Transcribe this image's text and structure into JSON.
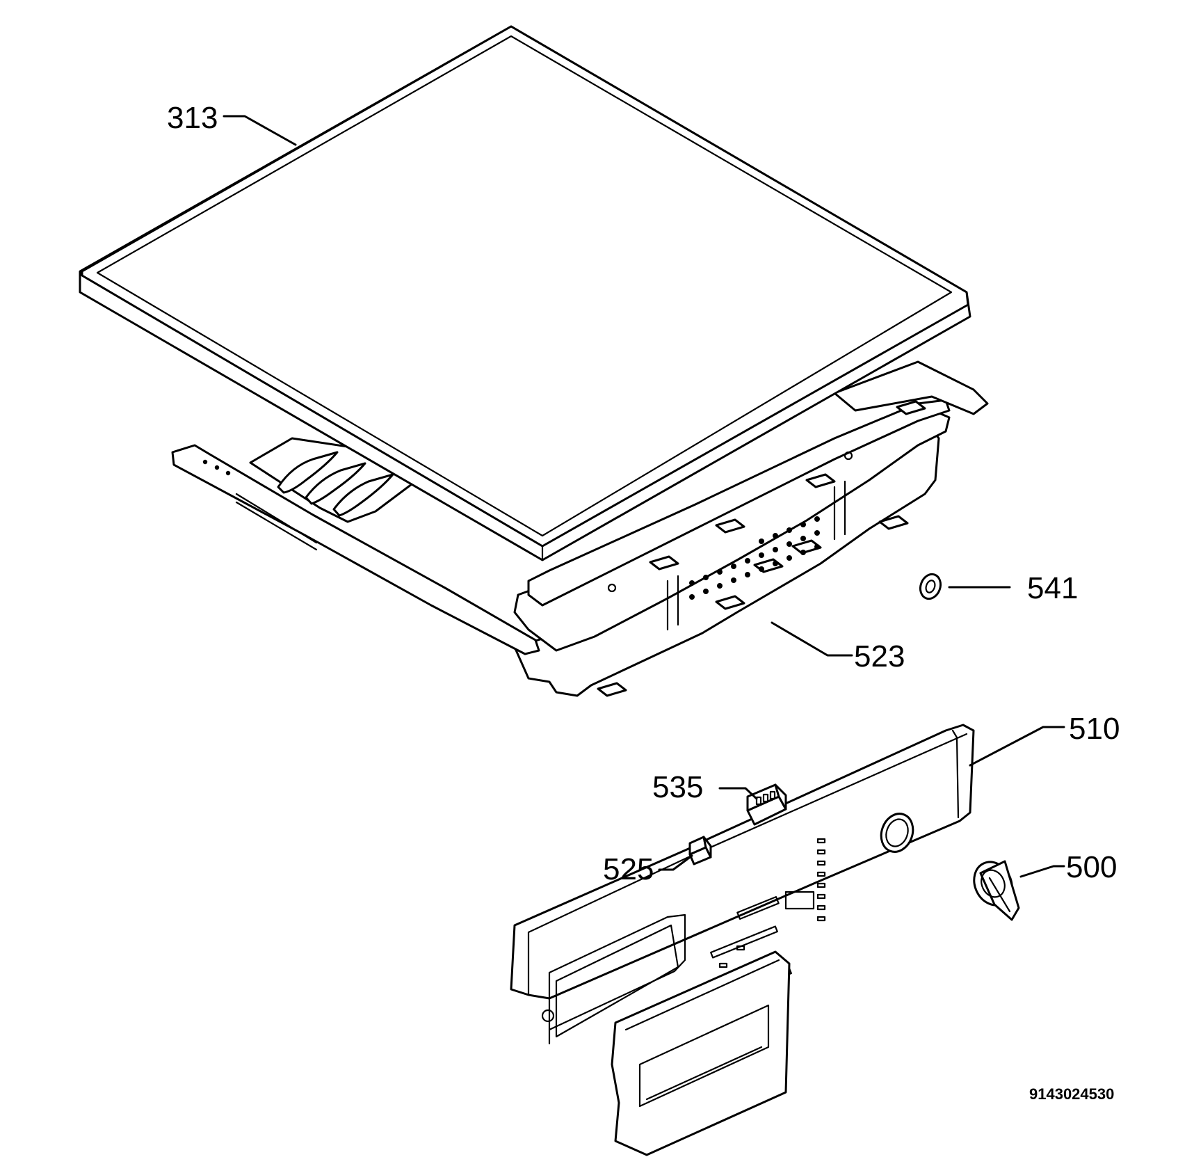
{
  "diagram": {
    "reference_code": "9143024530",
    "callouts": {
      "worktop": "313",
      "bracket": "523",
      "bushing": "541",
      "panel": "510",
      "switch_535": "535",
      "switch_525": "525",
      "knob": "500"
    }
  }
}
